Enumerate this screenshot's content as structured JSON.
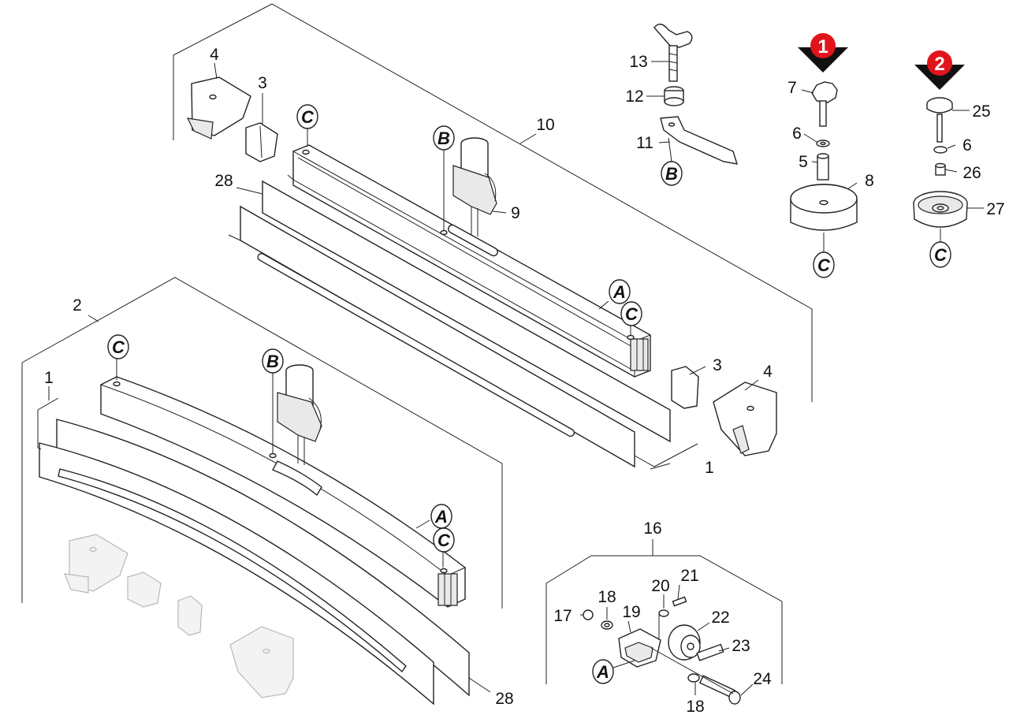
{
  "part_numbers": [
    "1",
    "2",
    "3",
    "4",
    "5",
    "6",
    "7",
    "8",
    "9",
    "10",
    "11",
    "12",
    "13",
    "16",
    "17",
    "18",
    "19",
    "20",
    "21",
    "22",
    "23",
    "24",
    "25",
    "26",
    "27",
    "28"
  ],
  "callout_letters": [
    "A",
    "B",
    "C"
  ],
  "variant_badges": [
    "1",
    "2"
  ],
  "colors": {
    "badge_red": "#e2141b",
    "line": "#222222",
    "ghost": "#c4c4c4"
  }
}
